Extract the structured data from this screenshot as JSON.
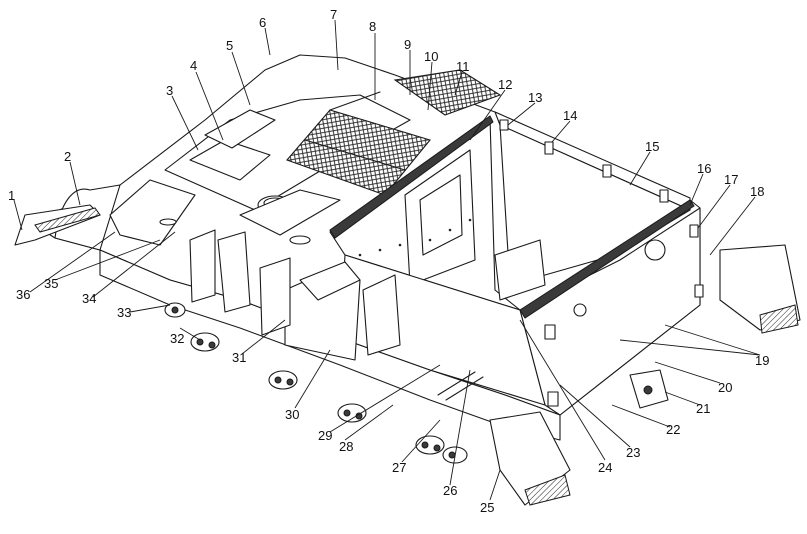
{
  "diagram": {
    "callouts": [
      {
        "id": "c1",
        "text": "1"
      },
      {
        "id": "c2",
        "text": "2"
      },
      {
        "id": "c3",
        "text": "3"
      },
      {
        "id": "c4",
        "text": "4"
      },
      {
        "id": "c5",
        "text": "5"
      },
      {
        "id": "c6",
        "text": "6"
      },
      {
        "id": "c7",
        "text": "7"
      },
      {
        "id": "c8",
        "text": "8"
      },
      {
        "id": "c9",
        "text": "9"
      },
      {
        "id": "c10",
        "text": "10"
      },
      {
        "id": "c11",
        "text": "11"
      },
      {
        "id": "c12",
        "text": "12"
      },
      {
        "id": "c13",
        "text": "13"
      },
      {
        "id": "c14",
        "text": "14"
      },
      {
        "id": "c15",
        "text": "15"
      },
      {
        "id": "c16",
        "text": "16"
      },
      {
        "id": "c17",
        "text": "17"
      },
      {
        "id": "c18",
        "text": "18"
      },
      {
        "id": "c19",
        "text": "19"
      },
      {
        "id": "c20",
        "text": "20"
      },
      {
        "id": "c21",
        "text": "21"
      },
      {
        "id": "c22",
        "text": "22"
      },
      {
        "id": "c23",
        "text": "23"
      },
      {
        "id": "c24",
        "text": "24"
      },
      {
        "id": "c25",
        "text": "25"
      },
      {
        "id": "c26",
        "text": "26"
      },
      {
        "id": "c27",
        "text": "27"
      },
      {
        "id": "c28",
        "text": "28"
      },
      {
        "id": "c29",
        "text": "29"
      },
      {
        "id": "c30",
        "text": "30"
      },
      {
        "id": "c31",
        "text": "31"
      },
      {
        "id": "c32",
        "text": "32"
      },
      {
        "id": "c33",
        "text": "33"
      },
      {
        "id": "c34",
        "text": "34"
      },
      {
        "id": "c35",
        "text": "35"
      },
      {
        "id": "c36",
        "text": "36"
      }
    ]
  }
}
